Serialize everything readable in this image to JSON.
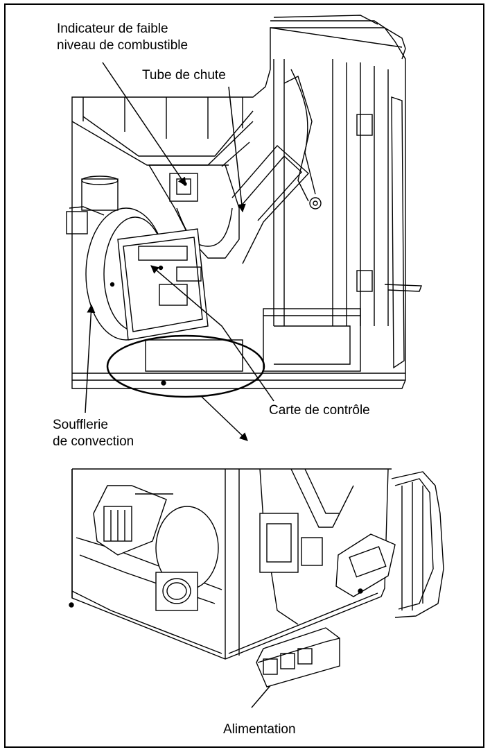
{
  "labels": {
    "low_fuel_line1": "Indicateur de faible",
    "low_fuel_line2": "niveau de combustible",
    "drop_tube": "Tube de chute",
    "control_board": "Carte de contrôle",
    "blower_line1": "Soufflerie",
    "blower_line2": "de convection",
    "power_supply": "Alimentation"
  },
  "colors": {
    "line": "#000000",
    "background": "#ffffff"
  }
}
